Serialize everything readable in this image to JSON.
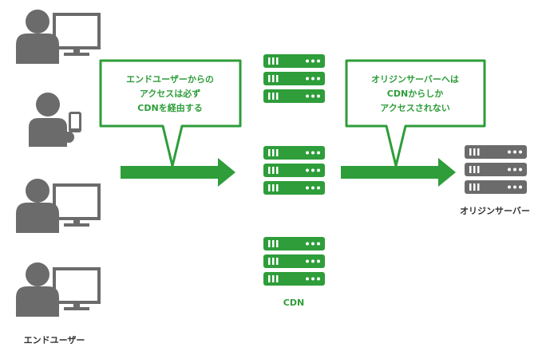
{
  "labels": {
    "end_user": "エンドユーザー",
    "cdn": "CDN",
    "origin": "オリジンサーバー"
  },
  "callouts": {
    "left": [
      "エンドユーザーからの",
      "アクセスは必ず",
      "CDNを経由する"
    ],
    "right": [
      "オリジンサーバーへは",
      "CDNからしか",
      "アクセスされない"
    ]
  },
  "colors": {
    "green": "#2e9d3a",
    "gray": "#6b6b6b",
    "dot": "#ffffff",
    "text": "#333333"
  },
  "icons": {
    "users": [
      "desktop-user-icon",
      "smartphone-user-icon",
      "desktop-user-icon",
      "desktop-user-icon"
    ],
    "server": "server-rack-icon",
    "arrow": "right-arrow-icon"
  }
}
